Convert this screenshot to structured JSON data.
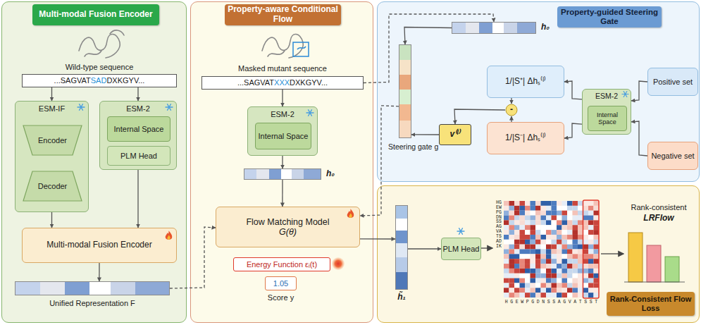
{
  "diagram": {
    "nodes": [
      {
        "text": [
          "Multi-modal Fusion Encoder"
        ]
      },
      {
        "text": [
          "Wild-type sequence",
          "...SAGVAT",
          "SAD",
          "DXKGYV..."
        ],
        "in": 0
      },
      {
        "text": [
          "ESM-IF"
        ],
        "in": 0
      },
      {
        "text": [
          "Encoder"
        ],
        "in": 2
      },
      {
        "text": [
          "Decoder"
        ],
        "in": 2
      },
      {
        "text": [
          "ESM-2"
        ],
        "in": 0
      },
      {
        "text": [
          "Internal Space"
        ],
        "in": 5
      },
      {
        "text": [
          "PLM Head"
        ],
        "in": 5
      },
      {
        "text": [
          "Multi-modal Fusion Encoder"
        ],
        "in": 0
      },
      {
        "text": [
          "Unified Representation F"
        ],
        "in": 0
      },
      {
        "text": [
          "Property-aware Conditional Flow"
        ]
      },
      {
        "text": [
          "Masked mutant sequence",
          "...SAGVAT",
          "XXX",
          "DXKGYV..."
        ],
        "in": 10
      },
      {
        "text": [
          "ESM-2"
        ],
        "in": 10
      },
      {
        "text": [
          "Internal Space"
        ],
        "in": 12
      },
      {
        "text": [
          "h₀"
        ],
        "in": 10
      },
      {
        "text": [
          "Flow Matching Model",
          "G(θ)"
        ],
        "in": 10
      },
      {
        "text": [
          "Energy Function εᵢ(t)"
        ],
        "in": 10
      },
      {
        "text": [
          "1.05",
          "Score y"
        ],
        "in": 10
      },
      {
        "text": [
          "Property-guided Steering Gate"
        ]
      },
      {
        "text": [
          "h₀"
        ],
        "in": 18
      },
      {
        "text": [
          "Steering gate g"
        ],
        "in": 18
      },
      {
        "text": [
          "v⁽ˡ⁾"
        ],
        "in": 18
      },
      {
        "text": [
          "1/|S⁺| Δhₛ⁽ˡ⁾"
        ],
        "in": 18
      },
      {
        "text": [
          "1/|S⁻| Δhₛ⁽ˡ⁾"
        ],
        "in": 18
      },
      {
        "text": [
          "-"
        ],
        "in": 18
      },
      {
        "text": [
          "ESM-2"
        ],
        "in": 18
      },
      {
        "text": [
          "Internal Space"
        ],
        "in": 25
      },
      {
        "text": [
          "Positive set"
        ],
        "in": 18
      },
      {
        "text": [
          "Negative set"
        ],
        "in": 18
      },
      {
        "text": [
          "Rank-Consistent Flow Loss"
        ]
      },
      {
        "text": [
          "h̃₁"
        ],
        "in": 29
      },
      {
        "text": [
          "PLM Head"
        ],
        "in": 29
      }
    ],
    "edges": [
      {
        "from": 1,
        "to": 2,
        "arrow": "to"
      },
      {
        "from": 1,
        "to": 5,
        "arrow": "to"
      },
      {
        "from": 2,
        "to": 8,
        "arrow": "to"
      },
      {
        "from": 5,
        "to": 8,
        "arrow": "to"
      },
      {
        "from": 8,
        "to": 9,
        "arrow": "to"
      },
      {
        "from": 9,
        "to": 15,
        "arrow": "to"
      },
      {
        "from": 11,
        "to": 12,
        "arrow": "to"
      },
      {
        "from": 12,
        "to": 14,
        "arrow": "to"
      },
      {
        "from": 14,
        "to": 15,
        "arrow": "to"
      },
      {
        "from": 11,
        "to": 19,
        "arrow": "to"
      },
      {
        "from": 19,
        "to": 20,
        "arrow": "to"
      },
      {
        "from": 20,
        "to": 15,
        "arrow": "to"
      },
      {
        "from": 15,
        "to": 30,
        "arrow": "to"
      },
      {
        "from": 27,
        "to": 25,
        "arrow": "to"
      },
      {
        "from": 28,
        "to": 25,
        "arrow": "to"
      },
      {
        "from": 25,
        "to": 22,
        "arrow": "to"
      },
      {
        "from": 25,
        "to": 23,
        "arrow": "to"
      },
      {
        "from": 22,
        "to": 24,
        "arrow": "to"
      },
      {
        "from": 23,
        "to": 24,
        "arrow": "to"
      },
      {
        "from": 24,
        "to": 21,
        "arrow": "to"
      },
      {
        "from": 21,
        "to": 20,
        "arrow": "to"
      },
      {
        "from": 30,
        "to": 31,
        "arrow": "to"
      }
    ],
    "labels": [
      "Rank-consistent",
      "LRFlow",
      "HGEWPGDNSSAGVATSADIK",
      "HGEWPGDNSSAGVATSST"
    ]
  }
}
